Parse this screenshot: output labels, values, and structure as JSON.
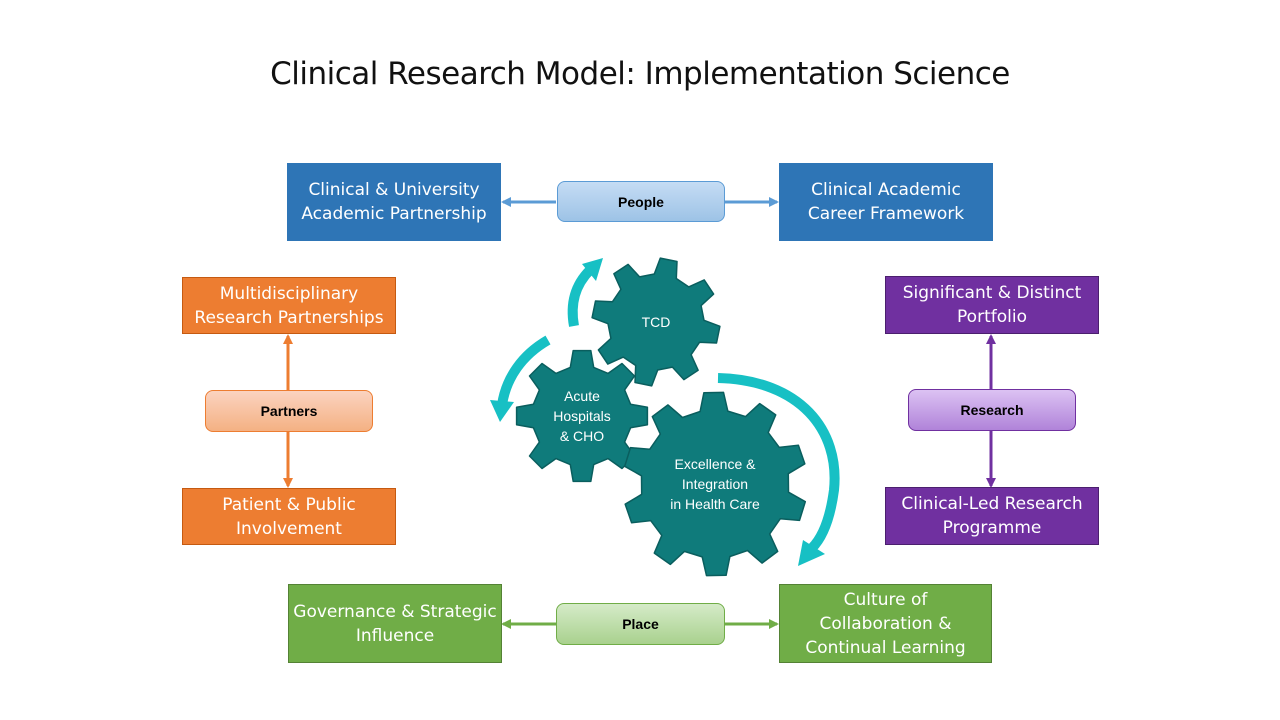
{
  "title": "Clinical Research Model: Implementation Science",
  "boxes": {
    "clinical_university": "Clinical  & University\nAcademic Partnership",
    "clinical_career": "Clinical Academic\nCareer Framework",
    "multidisciplinary": "Multidisciplinary\nResearch Partnerships",
    "patient_public": "Patient & Public\nInvolvement",
    "significant_portfolio": "Significant & Distinct\nPortfolio",
    "clinical_led": "Clinical-Led Research\nProgramme",
    "governance": "Governance & Strategic\nInfluence",
    "culture": "Culture of\nCollaboration &\nContinual Learning"
  },
  "hubs": {
    "people": "People",
    "partners": "Partners",
    "research": "Research",
    "place": "Place"
  },
  "gears": {
    "tcd": "TCD",
    "acute": "Acute\nHospitals\n& CHO",
    "excellence": "Excellence &\nIntegration\nin Health Care"
  },
  "colors": {
    "blue": "#2e75b6",
    "orange": "#ed7d31",
    "purple": "#7030a0",
    "green": "#70ad47",
    "gear": "#0f7b7b",
    "cycle_arrow": "#17c0c4"
  }
}
